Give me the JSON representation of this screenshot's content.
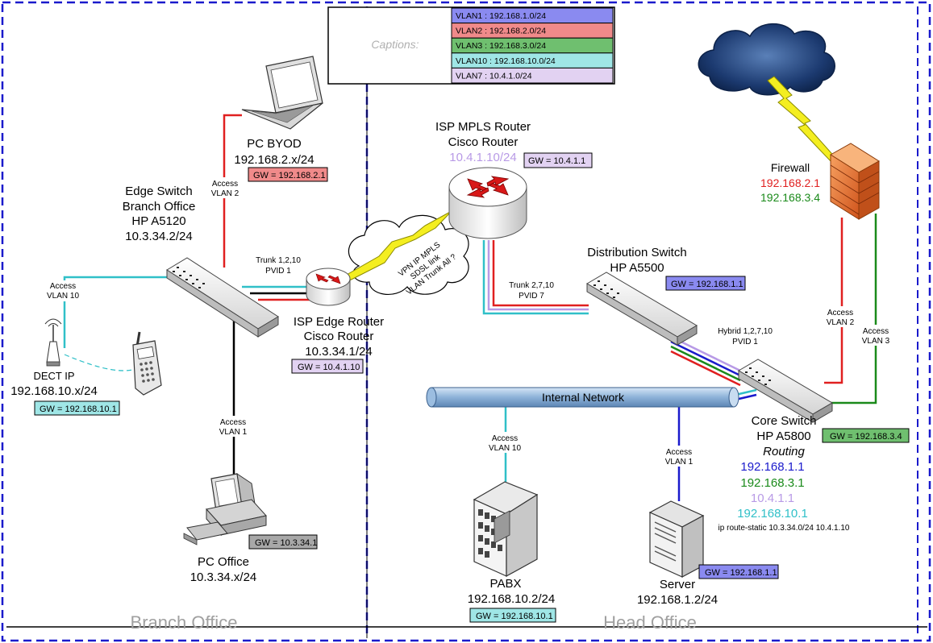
{
  "zones": {
    "branch": "Branch Office",
    "head": "Head Office"
  },
  "captions": {
    "title": "Captions:",
    "vlans": [
      {
        "label": "VLAN1 : 192.168.1.0/24",
        "color": "#8a8af0"
      },
      {
        "label": "VLAN2 : 192.168.2.0/24",
        "color": "#f08a8a"
      },
      {
        "label": "VLAN3 : 192.168.3.0/24",
        "color": "#6fbf6f"
      },
      {
        "label": "VLAN10 : 192.168.10.0/24",
        "color": "#9fe6e6"
      },
      {
        "label": "VLAN7 : 10.4.1.0/24",
        "color": "#e2d2f2"
      }
    ]
  },
  "colors": {
    "vlan1": "#1a1acc",
    "vlan2": "#e02020",
    "vlan3": "#1a8a1a",
    "vlan10": "#30c0c8",
    "vlan7": "#b89ae6",
    "boundary": "#1a1acc"
  },
  "devices": {
    "pc_byod": {
      "name": "PC BYOD",
      "ip": "192.168.2.x/24",
      "gw": "GW = 192.168.2.1"
    },
    "edge_switch": {
      "line1": "Edge Switch",
      "line2": "Branch Office",
      "line3": "HP A5120",
      "ip": "10.3.34.2/24"
    },
    "isp_edge_router": {
      "line1": "ISP Edge Router",
      "line2": "Cisco Router",
      "ip": "10.3.34.1/24",
      "gw": "GW = 10.4.1.10"
    },
    "dect": {
      "name": "DECT IP",
      "ip": "192.168.10.x/24",
      "gw": "GW = 192.168.10.1"
    },
    "pc_office": {
      "name": "PC Office",
      "ip": "10.3.34.x/24",
      "gw": "GW = 10.3.34.1"
    },
    "isp_mpls_router": {
      "line1": "ISP MPLS Router",
      "line2": "Cisco Router",
      "ip": "10.4.1.10/24",
      "gw": "GW = 10.4.1.1"
    },
    "distribution_switch": {
      "line1": "Distribution Switch",
      "line2": "HP A5500",
      "gw": "GW = 192.168.1.1"
    },
    "firewall": {
      "name": "Firewall",
      "ip1": "192.168.2.1",
      "ip2": "192.168.3.4"
    },
    "core_switch": {
      "line1": "Core Switch",
      "line2": "HP A5800",
      "line3": "Routing",
      "ip1": "192.168.1.1",
      "ip2": "192.168.3.1",
      "ip3": "10.4.1.1",
      "ip4": "192.168.10.1",
      "route": "ip route-static 10.3.34.0/24 10.4.1.10",
      "gw": "GW = 192.168.3.4"
    },
    "internal_network": {
      "label": "Internal Network"
    },
    "pabx": {
      "name": "PABX",
      "ip": "192.168.10.2/24",
      "gw": "GW = 192.168.10.1"
    },
    "server": {
      "name": "Server",
      "ip": "192.168.1.2/24",
      "gw": "GW = 192.168.1.1"
    }
  },
  "links": {
    "byod_access_1": "Access",
    "byod_access_2": "VLAN 2",
    "dect_access_1": "Access",
    "dect_access_2": "VLAN 10",
    "office_access_1": "Access",
    "office_access_2": "VLAN 1",
    "edge_trunk_1": "Trunk 1,2,10",
    "edge_trunk_2": "PVID 1",
    "vpn_1": "VPN IP MPLS",
    "vpn_2": "SDSL link",
    "vpn_3": "VLAN Trunk All ?",
    "dist_trunk_1": "Trunk 2,7,10",
    "dist_trunk_2": "PVID 7",
    "hybrid_1": "Hybrid 1,2,7,10",
    "hybrid_2": "PVID 1",
    "fw_v2_1": "Access",
    "fw_v2_2": "VLAN 2",
    "fw_v3_1": "Access",
    "fw_v3_2": "VLAN 3",
    "pabx_access_1": "Access",
    "pabx_access_2": "VLAN 10",
    "server_access_1": "Access",
    "server_access_2": "VLAN 1"
  }
}
